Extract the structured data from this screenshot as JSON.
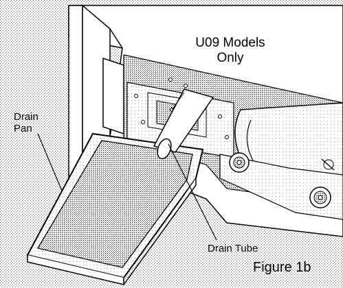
{
  "labels": {
    "models_line1": "U09 Models",
    "models_line2": "Only",
    "drain_pan_line1": "Drain",
    "drain_pan_line2": "Pan",
    "drain_tube": "Drain Tube"
  },
  "caption": "Figure 1b"
}
